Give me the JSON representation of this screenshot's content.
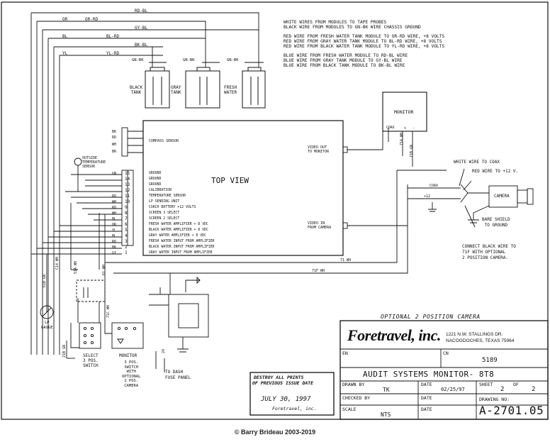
{
  "notes": {
    "line1": "WHITE WIRES FROM MODULES TO TAPE PROBES",
    "line2": "BLACK WIRE FROM MODULES TO GN-BK WIRE CHASSIS GROUND",
    "line3": "RED WIRE FROM FRESH WATER TANK MODULE TO OR-RD WIRE, +8 VOLTS",
    "line4": "RED WIRE FROM GRAY WATER TANK MODULE TO BL-RD WIRE, +8 VOLTS",
    "line5": "RED WIRE FROM BLACK WATER TANK MODULE TO YL-RD WIRE, +8 VOLTS",
    "line6": "BLUE WIRE FROM FRESH WATER MODULE TO RD-BL WIRE",
    "line7": "BLUE WIRE FROM GRAY TANK MODULE TO GY-BL WIRE",
    "line8": "BLUE WIRE FROM BLACK TANK MODULE TO BK-BL WIRE"
  },
  "top_wires": {
    "rd_bl": "RD-BL",
    "or_rd": "OR-RD",
    "gy_bl": "GY-BL",
    "bl_rd": "BL-RD",
    "bk_bl": "BK-BL",
    "yl_rd": "YL-RD",
    "left_or": "OR",
    "left_bl": "BL",
    "left_yl": "YL",
    "gn_bk_1": "GN-BK",
    "gn_bk_2": "GN-BK",
    "gn_bk_3": "GN-BK"
  },
  "tanks": {
    "black": "BLACK\nTANK",
    "gray": "GRAY\nTANK",
    "fresh": "FRESH\nWATER"
  },
  "module": {
    "title": "TOP VIEW",
    "compass": "COMPASS SENSOR",
    "video_out": "VIDEO OUT\nTO MONITOR",
    "video_in": "VIDEO IN\nFROM CAMERA",
    "compass_pins": [
      "BK",
      "RD",
      "WH",
      "BR"
    ],
    "pins": [
      {
        "wire": "GN",
        "num": "15",
        "label": "GROUND"
      },
      {
        "wire": "",
        "num": "14",
        "label": "GROUND"
      },
      {
        "wire": "",
        "num": "13",
        "label": "GROUND"
      },
      {
        "wire": "",
        "num": "12",
        "label": "CALIBRATION"
      },
      {
        "wire": "RD",
        "num": "11",
        "label": "TEMPERATURE SENSOR"
      },
      {
        "wire": "WH",
        "num": "10",
        "label": "LP SENDING UNIT"
      },
      {
        "wire": "RD",
        "num": "9",
        "label": "COACH BATTERY +12 VOLTS"
      },
      {
        "wire": "WH",
        "num": "8",
        "label": "SCREEN 3 SELECT"
      },
      {
        "wire": "BL",
        "num": "7",
        "label": "SCREEN 2 SELECT"
      },
      {
        "wire": "OR",
        "num": "6",
        "label": "FRESH WATER AMPLIFIER + 8 VDC"
      },
      {
        "wire": "YL",
        "num": "5",
        "label": "BLACK WATER AMPLIFIER + 8 VDC"
      },
      {
        "wire": "BL",
        "num": "4",
        "label": "GRAY WATER AMPLIFIER + 8 VDC"
      },
      {
        "wire": "RD",
        "num": "3",
        "label": "FRESH WATER INPUT FROM AMPLIFIER"
      },
      {
        "wire": "BK",
        "num": "2",
        "label": "BLACK WATER INPUT FROM AMPLIFIER"
      },
      {
        "wire": "GY",
        "num": "1",
        "label": "GRAY WATER INPUT FROM AMPLIFIER"
      }
    ]
  },
  "outside_temp": "OUTSIDE\nTEMPERATURE\nSENSOR",
  "monitor": {
    "title": "MONITOR",
    "coax": "COAX",
    "plus": "+",
    "minus": "-",
    "wire_71a": "71A WH",
    "wire_71b": "71B GN"
  },
  "camera": {
    "label": "CAMERA",
    "coax": "COAX",
    "plus12": "+12",
    "white_wire": "WHITE WIRE TO COAX",
    "red_wire": "RED WIRE TO +12 V.",
    "bare_shield": "BARE SHIELD\nTO GROUND",
    "connect_black": "CONNECT BLACK WIRE TO\n71F WITH OPTIONAL\n2 POSITION CAMERA."
  },
  "wires": {
    "w71": "71 WH",
    "w71f": "71F WH",
    "w61b": "61B GN",
    "c14": "C14 WH",
    "w51a": "51A WH",
    "w61": "61 WH",
    "w71c": "71C WH",
    "w21b": "21B GN",
    "w24": "24"
  },
  "lp_gauge": "LP\nGAUGE",
  "select_switch": "SELECT\n3 POS.\nSWITCH",
  "monitor_switch": "MONITOR",
  "switch_note": "3 POS.\nSWITCH\nWITH\nOPTIONAL\n2 POS.\nCAMERA",
  "dash": "TO DASH\nFUSE PANEL",
  "optional_camera": "OPTIONAL 2 POSITION CAMERA",
  "stamp": {
    "line1": "DESTROY ALL PRINTS",
    "line2": "OF PREVIOUS ISSUE DATE",
    "date": "JULY 30, 1997",
    "company": "Foretravel, inc."
  },
  "title_block": {
    "logo": "Foretravel, inc.",
    "address1": "1221 N.W. STALLINGS DR.",
    "address2": "NACOGDOCHES, TEXAS 75964",
    "en_label": "EN",
    "cn_label": "CN",
    "cn_value": "5189",
    "title": "AUDIT SYSTEMS MONITOR- 8T8",
    "drawn_by_label": "DRAWN BY",
    "drawn_by": "TK",
    "date_label": "DATE",
    "date1": "02/25/97",
    "sheet_label": "SHEET",
    "sheet": "2",
    "of_label": "OF",
    "of": "2",
    "checked_label": "CHECKED BY",
    "date2_label": "DATE",
    "drawing_no_label": "DRAWING NO:",
    "scale_label": "SCALE",
    "scale": "NTS",
    "date3_label": "DATE",
    "drawing_no": "A-2701.05"
  },
  "copyright": "© Barry Brideau 2003-2019"
}
